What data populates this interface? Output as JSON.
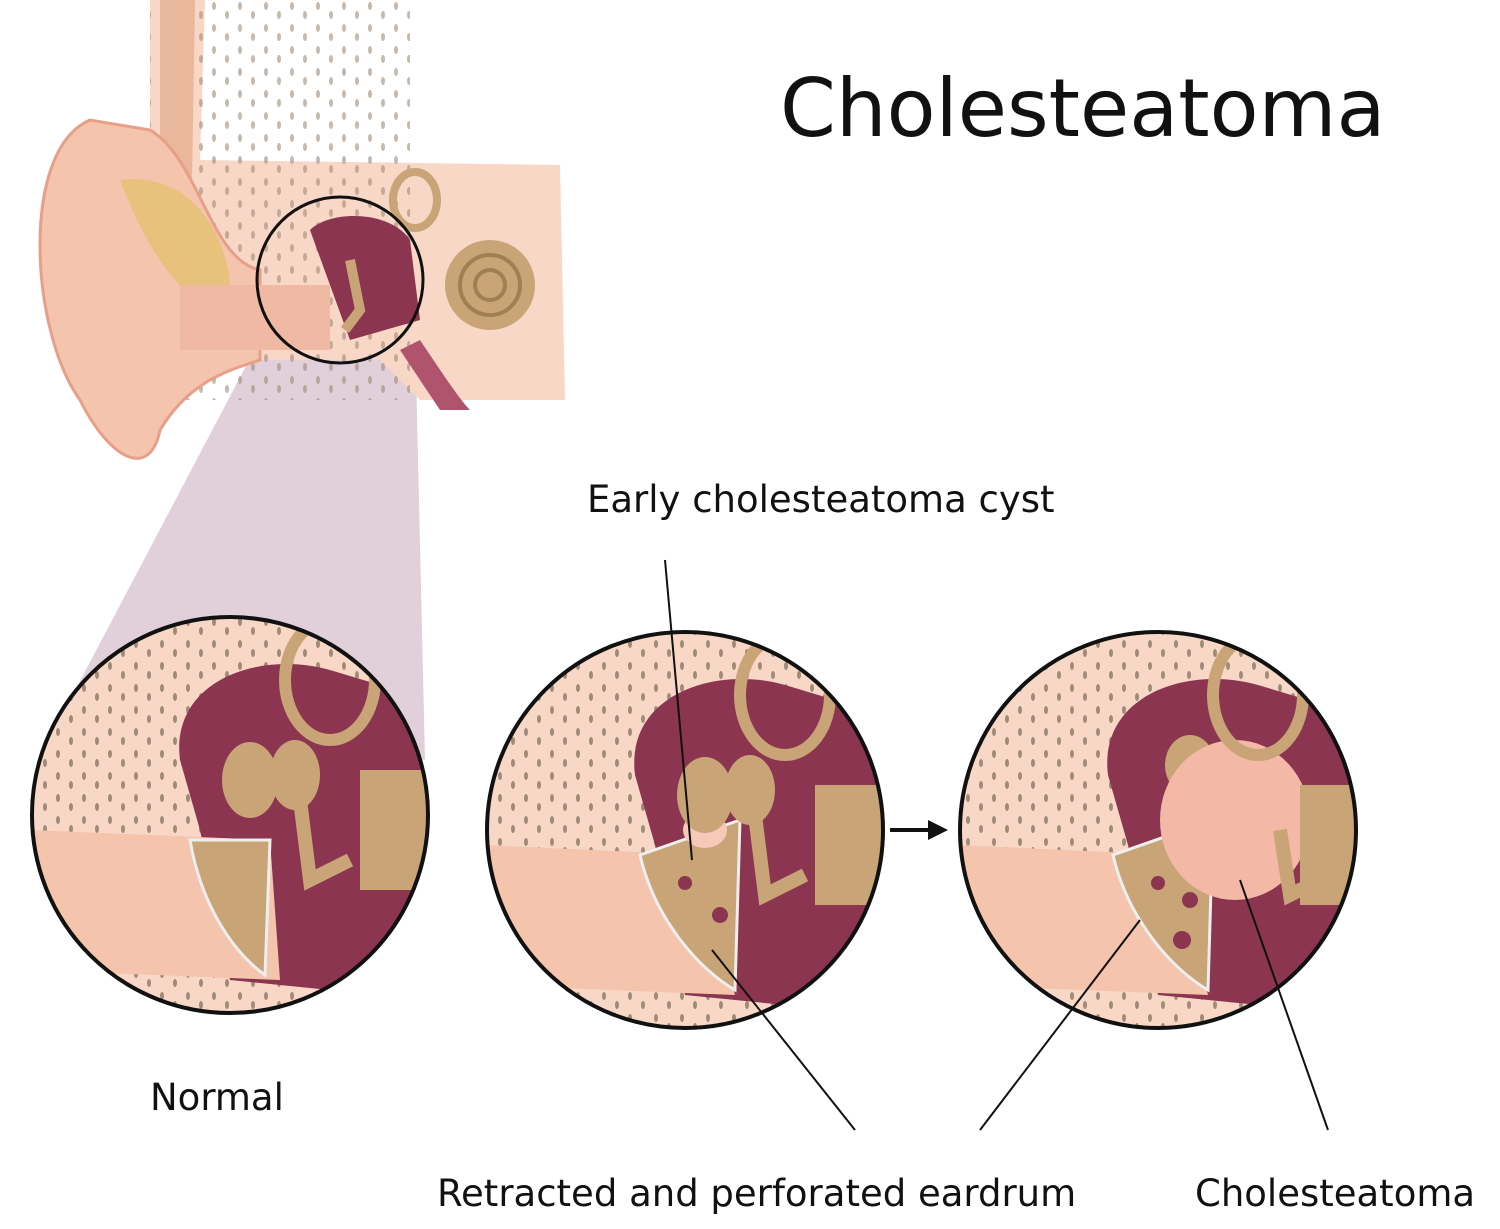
{
  "title": "Cholesteatoma",
  "labels": {
    "early_cyst": "Early cholesteatoma cyst",
    "normal": "Normal",
    "retracted": "Retracted and perforated eardrum",
    "cholesteatoma": "Cholesteatoma"
  },
  "colors": {
    "skin": "#f4c4ad",
    "bone": "#f8d7c6",
    "cavity": "#8b3550",
    "ossicle": "#c8a477",
    "canal": "#efb9a3",
    "funnel": "#d9c3cf"
  }
}
